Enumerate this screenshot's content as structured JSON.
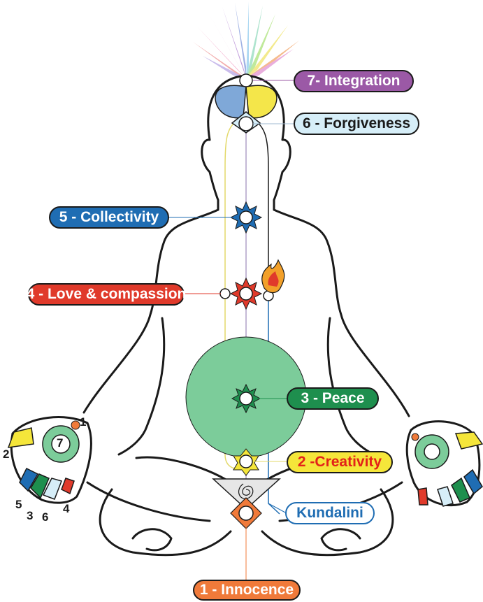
{
  "labels": {
    "integration": "7- Integration",
    "forgiveness": "6 - Forgiveness",
    "collectivity": "5  - Collectivity",
    "love": "4 - Love & compassion",
    "peace": "3 - Peace",
    "creativity": "2 -Creativity",
    "kundalini": "Kundalini",
    "innocence": "1 - Innocence"
  },
  "hand_numbers": {
    "n1": "1",
    "n2": "2",
    "n5": "5",
    "n3": "3",
    "n6": "6",
    "n4": "4",
    "n7": "7"
  },
  "colors": {
    "integration": "#9b59a6",
    "forgiveness": "#d6eef8",
    "collectivity": "#1f6db3",
    "love": "#e03a2b",
    "peace": "#1e8f4e",
    "peace_disc": "#7ccc9a",
    "creativity": "#f5e63a",
    "creativity_text": "#e32219",
    "kundalini_text": "#1f6db3",
    "innocence": "#f07a3a",
    "outline": "#1a1a1a"
  }
}
